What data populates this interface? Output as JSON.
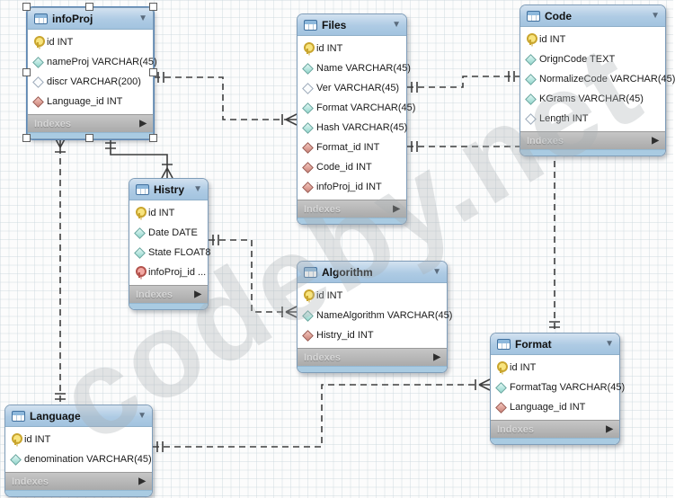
{
  "watermark": "codeby.net",
  "labels": {
    "indexes": "Indexes"
  },
  "icons": {
    "collapse": "▼",
    "expand": "▶",
    "table": "table-grid-icon"
  },
  "colors": {
    "header_blue": "#aecbe4",
    "indexes_gray": "#b4b4b4",
    "footer_blue": "#a9cbe2",
    "connector": "#3f3f3f",
    "selection_handle_border": "#5e5e5e"
  },
  "tables": {
    "infoProj": {
      "title": "infoProj",
      "selected": true,
      "fields": [
        {
          "icon": "key",
          "text": "id INT"
        },
        {
          "icon": "diamond",
          "text": "nameProj VARCHAR(45)"
        },
        {
          "icon": "diamond-open",
          "text": "discr VARCHAR(200)"
        },
        {
          "icon": "diamond-fk",
          "text": "Language_id INT"
        }
      ]
    },
    "files": {
      "title": "Files",
      "selected": false,
      "fields": [
        {
          "icon": "key",
          "text": "id INT"
        },
        {
          "icon": "diamond",
          "text": "Name VARCHAR(45)"
        },
        {
          "icon": "diamond-open",
          "text": "Ver VARCHAR(45)"
        },
        {
          "icon": "diamond",
          "text": "Format VARCHAR(45)"
        },
        {
          "icon": "diamond",
          "text": "Hash VARCHAR(45)"
        },
        {
          "icon": "diamond-fk",
          "text": "Format_id INT"
        },
        {
          "icon": "diamond-fk",
          "text": "Code_id INT"
        },
        {
          "icon": "diamond-fk",
          "text": "infoProj_id INT"
        }
      ]
    },
    "code": {
      "title": "Code",
      "selected": false,
      "fields": [
        {
          "icon": "key",
          "text": "id INT"
        },
        {
          "icon": "diamond",
          "text": "OrignCode TEXT"
        },
        {
          "icon": "diamond",
          "text": "NormalizeCode VARCHAR(45)"
        },
        {
          "icon": "diamond",
          "text": "KGrams VARCHAR(45)"
        },
        {
          "icon": "diamond-open",
          "text": "Length INT"
        }
      ]
    },
    "histry": {
      "title": "Histry",
      "selected": false,
      "fields": [
        {
          "icon": "key",
          "text": "id INT"
        },
        {
          "icon": "diamond",
          "text": "Date DATE"
        },
        {
          "icon": "diamond",
          "text": "State FLOAT8"
        },
        {
          "icon": "key-fk",
          "text": "infoProj_id ..."
        }
      ]
    },
    "algorithm": {
      "title": "Algorithm",
      "selected": false,
      "fields": [
        {
          "icon": "key",
          "text": "id INT"
        },
        {
          "icon": "diamond",
          "text": "NameAlgorithm VARCHAR(45)"
        },
        {
          "icon": "diamond-fk",
          "text": "Histry_id INT"
        }
      ]
    },
    "format": {
      "title": "Format",
      "selected": false,
      "fields": [
        {
          "icon": "key",
          "text": "id INT"
        },
        {
          "icon": "diamond",
          "text": "FormatTag VARCHAR(45)"
        },
        {
          "icon": "diamond-fk",
          "text": "Language_id INT"
        }
      ]
    },
    "language": {
      "title": "Language",
      "selected": false,
      "fields": [
        {
          "icon": "key",
          "text": "id INT"
        },
        {
          "icon": "diamond",
          "text": "denomination VARCHAR(45)"
        }
      ]
    }
  },
  "relationships": [
    {
      "from": "infoProj",
      "to": "Files",
      "type": "non-identifying",
      "cardinality": "one-to-many"
    },
    {
      "from": "Files",
      "to": "Code",
      "type": "non-identifying",
      "cardinality": "one-to-one"
    },
    {
      "from": "Files",
      "to": "Format",
      "type": "non-identifying",
      "cardinality": "one-to-one"
    },
    {
      "from": "Language",
      "to": "infoProj",
      "type": "non-identifying",
      "cardinality": "one-to-many"
    },
    {
      "from": "infoProj",
      "to": "Histry",
      "type": "identifying",
      "cardinality": "one-to-many"
    },
    {
      "from": "Histry",
      "to": "Algorithm",
      "type": "non-identifying",
      "cardinality": "one-to-many"
    },
    {
      "from": "Language",
      "to": "Format",
      "type": "non-identifying",
      "cardinality": "one-to-many"
    }
  ]
}
